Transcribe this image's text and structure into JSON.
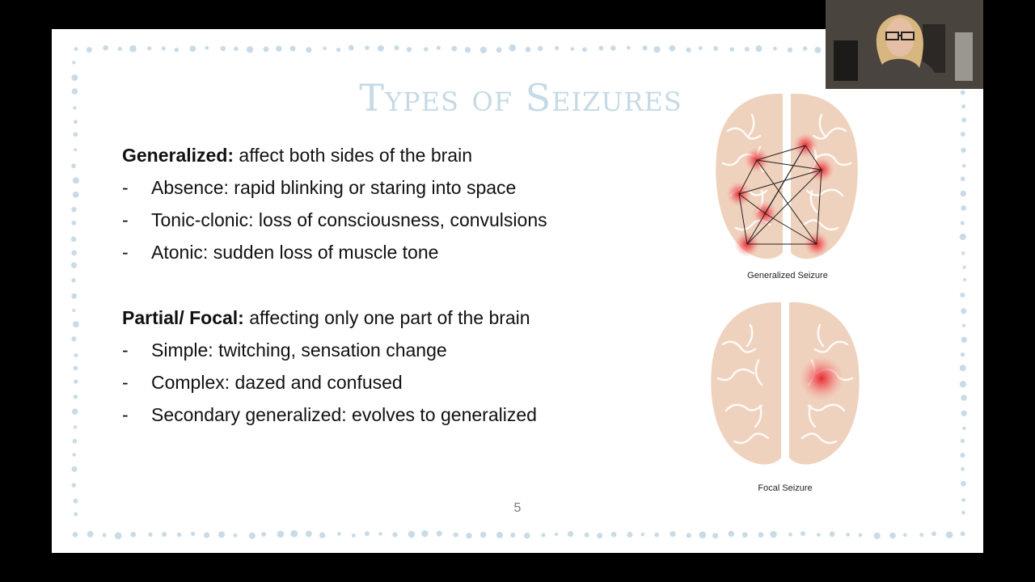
{
  "slide": {
    "title": "Types of Seizures",
    "generalized": {
      "label": "Generalized:",
      "description": " affect both sides of the brain",
      "items": [
        {
          "dash": "-",
          "text": "Absence: rapid blinking or staring into space"
        },
        {
          "dash": "-",
          "text": "Tonic-clonic: loss of consciousness, convulsions"
        },
        {
          "dash": "-",
          "text": "Atonic: sudden loss of muscle tone"
        }
      ]
    },
    "focal": {
      "label": "Partial/ Focal:",
      "description": " affecting only one part of the brain",
      "items": [
        {
          "dash": "-",
          "text": "Simple: twitching, sensation change"
        },
        {
          "dash": "-",
          "text": "Complex: dazed and confused"
        },
        {
          "dash": "-",
          "text": "Secondary generalized: evolves to generalized"
        }
      ]
    },
    "page_number": "5",
    "image_captions": {
      "generalized": "Generalized Seizure",
      "focal": "Focal Seizure"
    }
  },
  "colors": {
    "title": "#c5d9e6",
    "border_dots": "#c9dbe6",
    "brain": "#efd2bd",
    "seizure": "#e8202a"
  }
}
